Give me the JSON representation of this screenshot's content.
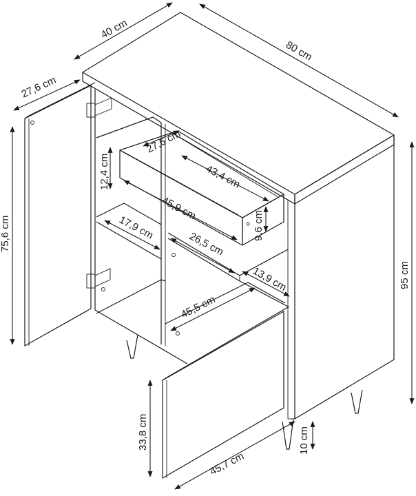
{
  "diagram": {
    "dimensions": {
      "top_depth": "40 cm",
      "top_width": "80 cm",
      "door_width": "27,6 cm",
      "door_height": "75,6 cm",
      "drawer_depth": "27,6 cm",
      "drawer_length": "43,4 cm",
      "drawer_front_height": "12,4 cm",
      "drawer_inner_width": "45,9 cm",
      "drawer_side_height": "9,6 cm",
      "shelf_depth_left": "17,9 cm",
      "shelf_depth_center": "26,5 cm",
      "shelf_depth_right": "13,9 cm",
      "inner_width": "45,5 cm",
      "total_height": "95 cm",
      "lower_door_height": "33,8 cm",
      "lower_door_width": "45,7 cm",
      "leg_height": "10 cm"
    }
  }
}
